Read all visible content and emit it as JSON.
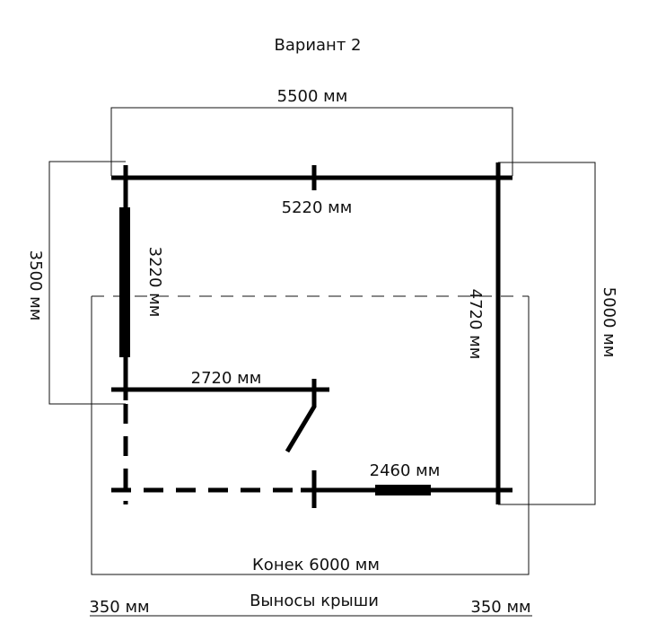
{
  "title": "Вариант 2",
  "dimensions": {
    "top_outer": "5500 мм",
    "top_inner": "5220 мм",
    "left_outer": "3500 мм",
    "left_inner": "3220 мм",
    "right_inner": "4720 мм",
    "right_outer": "5000 мм",
    "partition": "2720 мм",
    "bottom_segment": "2460 мм",
    "ridge": "Конек 6000 мм",
    "overhang_left": "350 мм",
    "overhang_right": "350 мм",
    "overhang_caption": "Выносы крыши"
  }
}
